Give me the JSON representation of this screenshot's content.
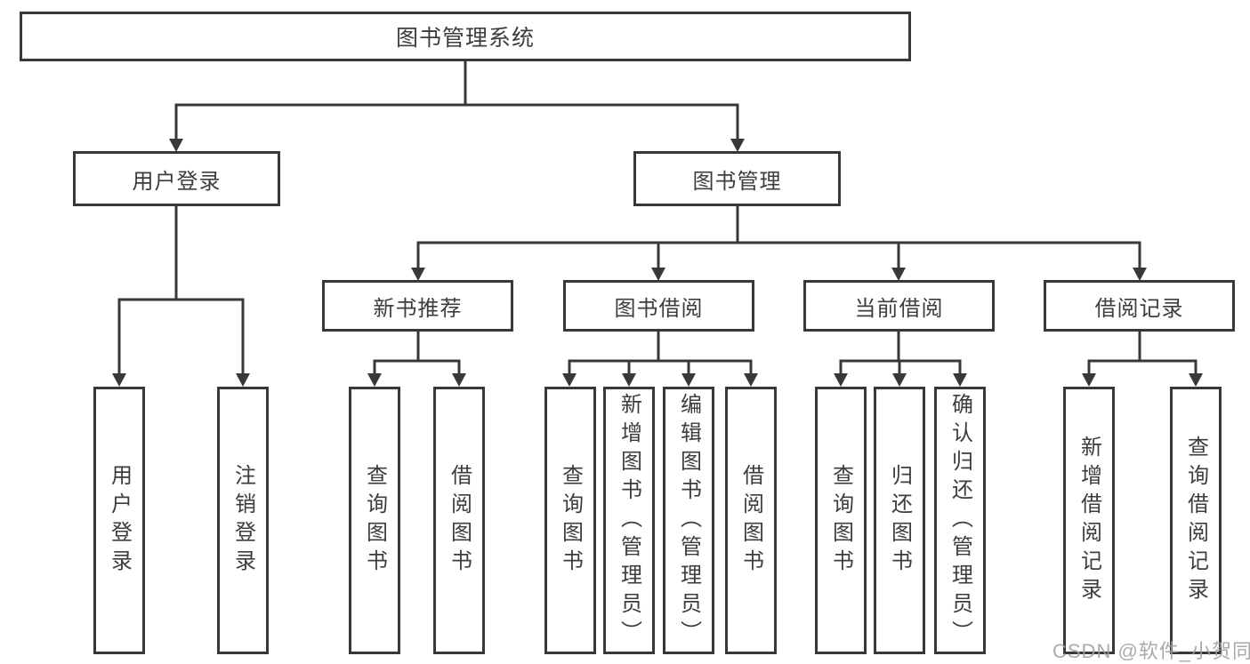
{
  "diagram": {
    "title": "图书管理系统",
    "watermark": "CSDN @软件_小贺同学",
    "level2": [
      {
        "label": "用户登录"
      },
      {
        "label": "图书管理"
      }
    ],
    "level3": [
      {
        "label": "新书推荐"
      },
      {
        "label": "图书借阅"
      },
      {
        "label": "当前借阅"
      },
      {
        "label": "借阅记录"
      }
    ],
    "leaves": [
      {
        "label": "用户登录"
      },
      {
        "label": "注销登录"
      },
      {
        "label": "查询图书"
      },
      {
        "label": "借阅图书"
      },
      {
        "label": "查询图书"
      },
      {
        "label": "新增图书（管理员）"
      },
      {
        "label": "编辑图书（管理员）"
      },
      {
        "label": "借阅图书"
      },
      {
        "label": "查询图书"
      },
      {
        "label": "归还图书"
      },
      {
        "label": "确认归还（管理员）"
      },
      {
        "label": "新增借阅记录"
      },
      {
        "label": "查询借阅记录"
      }
    ],
    "colors": {
      "line": "#383838",
      "text": "#3d3d3d",
      "watermark": "#9e9e9e"
    }
  }
}
